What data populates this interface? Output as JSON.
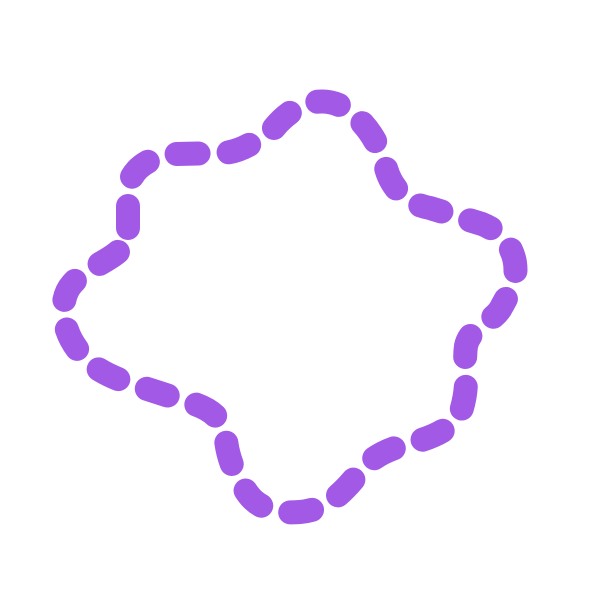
{
  "shape": {
    "kind": "dashed closed blob outline",
    "stroke_color": "#a259e6",
    "fill": "none",
    "background": "#ffffff",
    "line_cap": "round"
  }
}
